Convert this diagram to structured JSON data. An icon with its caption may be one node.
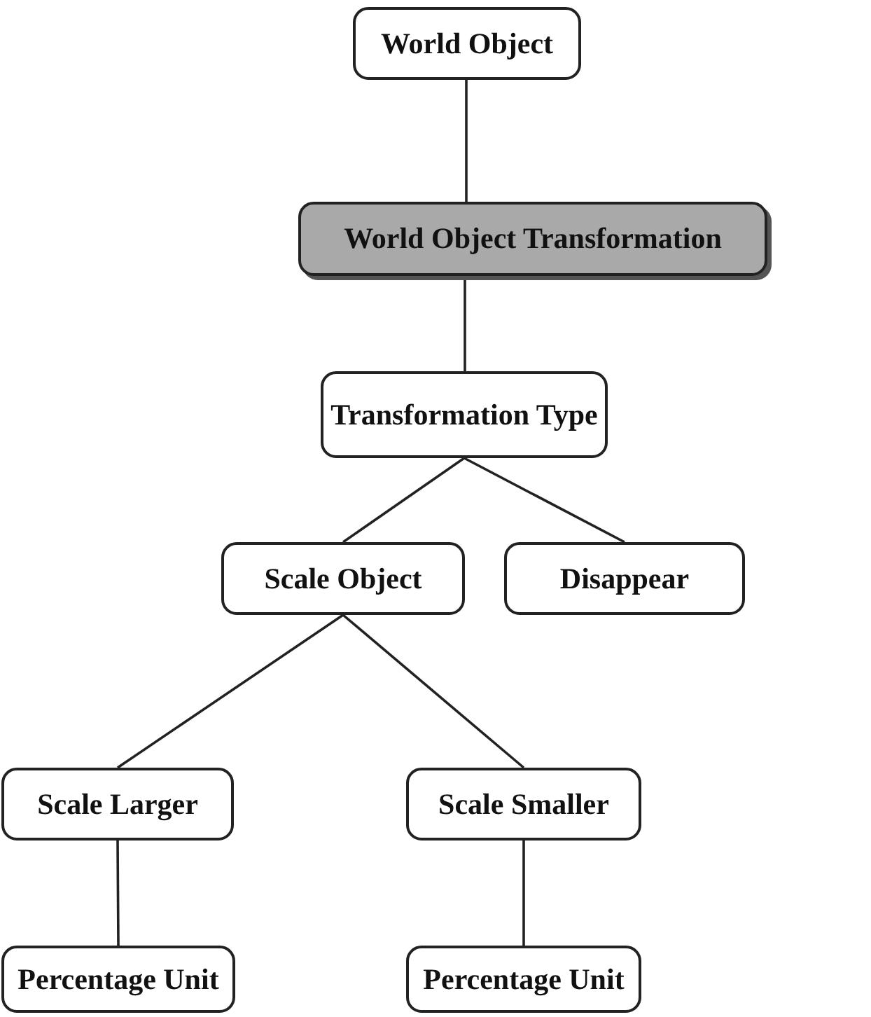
{
  "diagram": {
    "nodes": [
      {
        "text": [
          "World Object"
        ]
      },
      {
        "text": [
          "World Object Transformation"
        ]
      },
      {
        "text": [
          "Transformation Type"
        ]
      },
      {
        "text": [
          "Scale Object"
        ]
      },
      {
        "text": [
          "Disappear"
        ]
      },
      {
        "text": [
          "Scale Larger"
        ]
      },
      {
        "text": [
          "Scale Smaller"
        ]
      },
      {
        "text": [
          "Percentage Unit"
        ]
      },
      {
        "text": [
          "Percentage Unit"
        ]
      }
    ],
    "edges": [
      {
        "from": 0,
        "to": 1,
        "arrow": "none"
      },
      {
        "from": 1,
        "to": 2,
        "arrow": "none"
      },
      {
        "from": 2,
        "to": 3,
        "arrow": "none"
      },
      {
        "from": 2,
        "to": 4,
        "arrow": "none"
      },
      {
        "from": 3,
        "to": 5,
        "arrow": "none"
      },
      {
        "from": 3,
        "to": 6,
        "arrow": "none"
      },
      {
        "from": 5,
        "to": 7,
        "arrow": "none"
      },
      {
        "from": 6,
        "to": 8,
        "arrow": "none"
      }
    ]
  }
}
